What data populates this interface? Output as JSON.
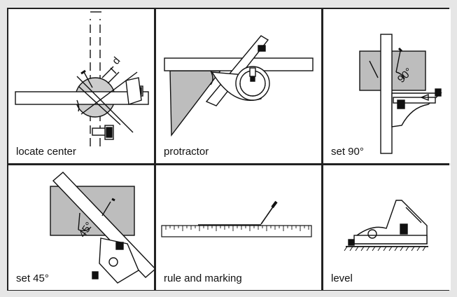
{
  "cells": [
    {
      "label": "locate center",
      "icon": "center-finder-icon"
    },
    {
      "label": "protractor",
      "icon": "protractor-head-icon"
    },
    {
      "label": "set 90°",
      "icon": "square-head-90-icon"
    },
    {
      "label": "set 45°",
      "icon": "square-head-45-icon"
    },
    {
      "label": "rule and marking",
      "icon": "ruler-marking-icon"
    },
    {
      "label": "level",
      "icon": "level-icon"
    }
  ],
  "annotations": {
    "diameter": "d",
    "angle_90": "90°",
    "angle_45": "45°"
  }
}
